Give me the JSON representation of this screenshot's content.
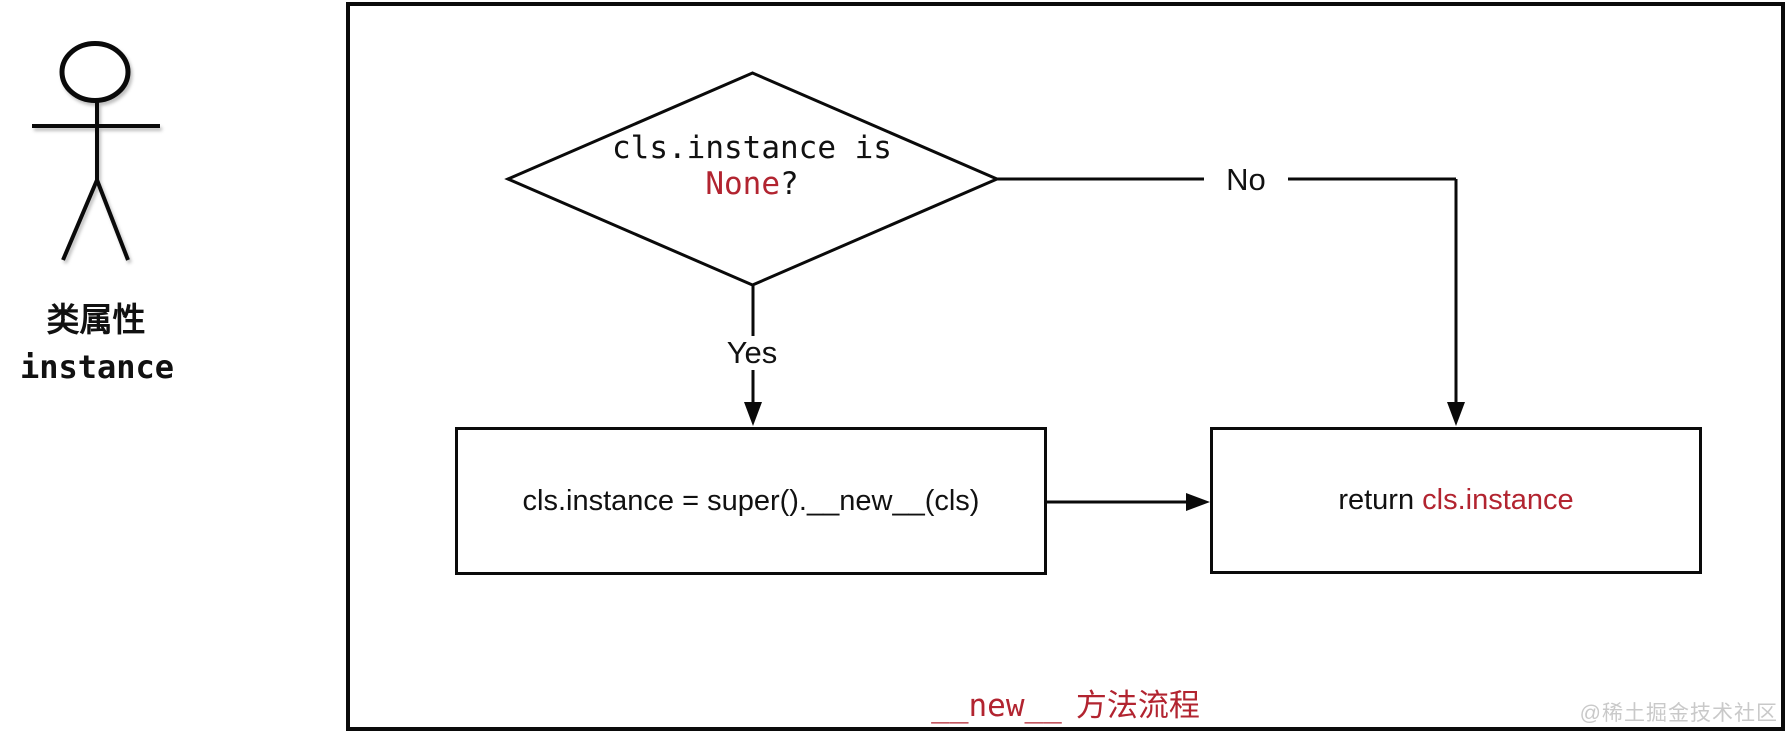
{
  "colors": {
    "accent_red": "#b22430",
    "line_black": "#0a0a0a",
    "watermark_gray": "#c9c9c9"
  },
  "actor": {
    "label_cn": "类属性",
    "label_code": "instance"
  },
  "flowchart": {
    "decision": {
      "line1": "cls.instance is",
      "highlight": "None",
      "suffix": "?"
    },
    "yes_label": "Yes",
    "no_label": "No",
    "process_box": {
      "text": "cls.instance = super().__new__(cls)"
    },
    "return_box": {
      "text_black": "return ",
      "text_red": "cls.instance"
    },
    "caption": {
      "code": "__new__",
      "cn": "方法流程"
    }
  },
  "watermark": "@稀土掘金技术社区"
}
